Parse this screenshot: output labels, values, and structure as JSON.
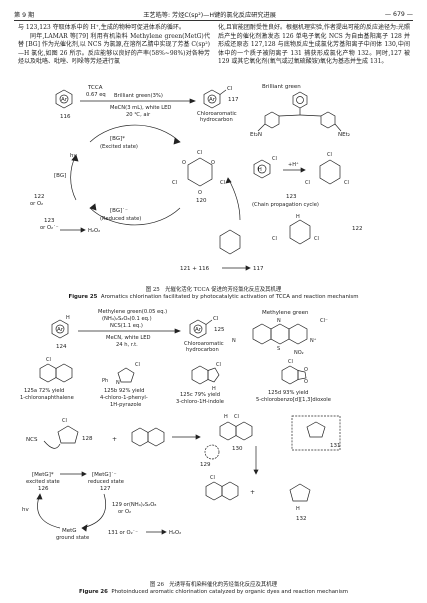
{
  "header": {
    "issue": "第 9 期",
    "title": "王艺皓等: 芳烃C(sp²)—H键的氯化反应研究进展",
    "page": "— 679 —"
  },
  "text": {
    "left_p1": "与 123,123 夺取体系中的 H⁺,生成的物种可促进体系的循环。",
    "left_p2": "同年,LAMAR 等[79] 利用有机染料 Methylene green(MetG)代替 [BG] 作为光催化剂,以 NCS 为氯源,在溶剂乙腈中实现了芳基 C(sp²)—H 氯化,如图 26 所示。反应能够以良好的产率(58%~98%)对各种芳烃以及吡咯、吡唑、吲哚等芳烃进行氯",
    "right_p1": "化,且官能团耐受性良好。根据机理实验,作者提出可能的反应途径为:光照后产生的催化剂激发态 126 单电子氧化 NCS 为自由基阳离子 128 并形成还原态 127,128 与底物反应生成氯化芳基阳离子中间体 130,中间体中的一个质子被阴离子 131 捕获形成氯化产物 132。同时,127 被 129 或其它氧化剂(氧气或过氧硫酸铵)氧化为基态并生成 131。"
  },
  "fig25": {
    "reagent_top": "TCCA",
    "eq": "0.67 eq",
    "cat": "Brilliant green(3%)",
    "cond": "MeCN(3 mL), white LED",
    "cond2": "20 ℃, air",
    "sm": "116",
    "prod": "117",
    "prod_label": "Chloroaromatic",
    "prod_label2": "hydrocarbon",
    "bg_label": "Brilliant green",
    "et2n": "Et₂N",
    "net2": "NEt₂",
    "bg_ex": "[BG]*",
    "ex_state": "(Excited state)",
    "bg": "[BG]",
    "hv": "hv",
    "bg_red": "[BG]˙⁻",
    "red_state": "(Reduced state)",
    "n120": "120",
    "n122": "122",
    "n122b": "122",
    "n123": "123",
    "n123b": "123",
    "o2": "or O₂",
    "o2b": "or O₂˙⁻",
    "h2o2": "H₂O₂",
    "chain": "(Chain propagation cycle)",
    "plus_arr": "+H⁺",
    "bottom": "121 + 116",
    "n117b": "117",
    "cap_zh": "图 25　光催化活化 TCCA 促进的芳烃氯化反应及其机理",
    "cap_en": "Aromatics chlorination facilitated by photocatalytic activation of TCCA and reaction mechanism",
    "cap_en_label": "Figure 25"
  },
  "fig26": {
    "cat": "Methylene green(0.05 eq.)",
    "ox": "(NH₄)₂S₂O₈(0.1 eq.)",
    "ncs": "NCS(1.1 eq.)",
    "solv": "MeCN, white LED",
    "time": "24 h, r.t.",
    "sm": "124",
    "prod": "125",
    "prod_label": "Chloroaromatic",
    "prod_label2": "hydrocarbon",
    "mg_label": "Methylene green",
    "a_yield": "125a 72% yield",
    "a_name": "1-chloronaphthalene",
    "b_yield": "125b 92% yield",
    "b_name": "4-chloro-1-phenyl-",
    "b_name2": "1H-pyrazole",
    "c_yield": "125c 79% yield",
    "c_name": "3-chloro-1H-indole",
    "d_yield": "125d 93% yield",
    "d_name": "5-chlorobenzo[d][1,3]dioxole",
    "ph": "Ph",
    "ncs_mech": "NCS",
    "n128": "128",
    "n129": "129",
    "n130": "130",
    "n131": "131",
    "n131b": "131",
    "n132": "132",
    "metg_ex": "[MetG]*",
    "ex_state": "excited state",
    "n126": "126",
    "metg_red": "[MetG]˙⁻",
    "red_state": "reduced state",
    "n127": "127",
    "hv": "hv",
    "metg": "MetG",
    "ground": "ground state",
    "ox2": "129 or(NH₄)₂S₂O₈",
    "or_o2": "or O₂",
    "o2b": "131 or O₂˙⁻",
    "h2o2": "H₂O₂",
    "cap_zh": "图 26　光诱导有机染料催化的芳烃氯化反应及其机理",
    "cap_en_label": "Figure 26",
    "cap_en": "Photoinduced aromatic chlorination catalyzed by organic dyes and reaction mechanism"
  },
  "atoms": {
    "cl": "Cl",
    "n": "N",
    "o": "O",
    "s": "S",
    "ar": "Ar",
    "h": "H",
    "nplus": "N⁺",
    "clminus": "Cl⁻",
    "no2": "NO₂"
  }
}
